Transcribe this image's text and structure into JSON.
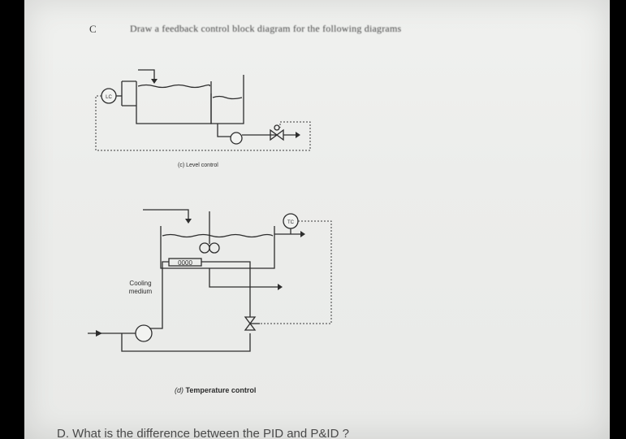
{
  "question_c": {
    "letter": "C",
    "text": "Draw a feedback control block diagram for the following diagrams"
  },
  "figure_level": {
    "controller_tag": "LC",
    "caption": "(c) Level control"
  },
  "figure_temperature": {
    "controller_tag": "TC",
    "cooling_label": "Cooling medium",
    "caption_prefix": "(d)",
    "caption_text": "Temperature control"
  },
  "question_d": {
    "text": "D. What is the difference between the PID and P&ID ?"
  }
}
